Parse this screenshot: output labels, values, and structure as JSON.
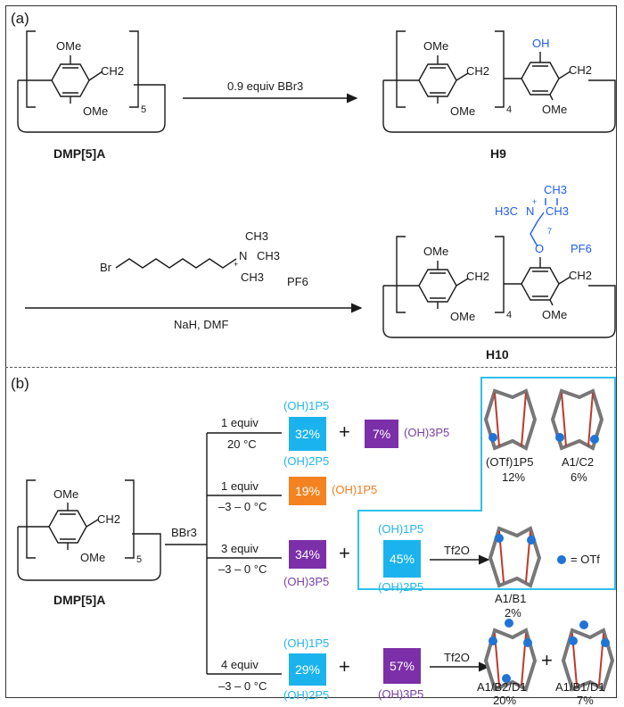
{
  "panel_a": {
    "label": "(a)",
    "reaction1": {
      "reagent": "0.9 equiv BBr3",
      "reactant_name": "DMP[5]A",
      "product_name": "H9",
      "reactant_groups": {
        "ome_top": "OMe",
        "ome_bottom": "OMe",
        "ch2": "CH2",
        "subscript": "5"
      },
      "product_groups": {
        "ome_top": "OMe",
        "ome_bottom": "OMe",
        "ch2_left": "CH2",
        "subscript": "4",
        "oh": "OH",
        "ch2_right": "CH2",
        "ome_right": "OMe"
      }
    },
    "reaction2": {
      "reagent_br": "Br",
      "reagent_n": "N",
      "reagent_plus": "+",
      "reagent_ch3_top": "CH3",
      "reagent_ch3_right": "CH3",
      "reagent_ch3_bottom": "CH3",
      "reagent_pf6": "PF6",
      "conditions": "NaH, DMF",
      "product_name": "H10",
      "product_groups": {
        "ome_top": "OMe",
        "ome_bottom": "OMe",
        "ch2_left": "CH2",
        "subscript": "4",
        "o": "O",
        "chain_count": "7",
        "n_ch3_top": "CH3",
        "n_label": "H3C",
        "n": "N",
        "n_plus": "+",
        "n_ch3_right": "CH3",
        "pf6": "PF6",
        "ch2_right": "CH2",
        "ome_right": "OMe"
      }
    }
  },
  "panel_b": {
    "label": "(b)",
    "reactant_name": "DMP[5]A",
    "reactant_groups": {
      "ome_top": "OMe",
      "ome_bottom": "OMe",
      "ch2": "CH2",
      "subscript": "5"
    },
    "reagent": "BBr3",
    "branches": [
      {
        "equiv": "1 equiv",
        "temp": "20 °C",
        "box1": {
          "value": "32%",
          "color": "#1bb3ee",
          "label_top": "(OH)1P5",
          "label_bottom": "(OH)2P5"
        },
        "box2": {
          "value": "7%",
          "color": "#7b2fa8",
          "label_right": "(OH)3P5"
        }
      },
      {
        "equiv": "1 equiv",
        "temp": "–3 – 0 °C",
        "box1": {
          "value": "19%",
          "color": "#f58220",
          "label_right": "(OH)1P5"
        }
      },
      {
        "equiv": "3 equiv",
        "temp": "–3 – 0 °C",
        "box1": {
          "value": "34%",
          "color": "#7b2fa8",
          "label_bottom": "(OH)3P5"
        },
        "box2": {
          "value": "45%",
          "color": "#1bb3ee",
          "label_top": "(OH)1P5",
          "label_bottom": "(OH)2P5"
        },
        "arrow_reagent": "Tf2O",
        "product": {
          "name": "A1/B1",
          "yield": "2%"
        }
      },
      {
        "equiv": "4 equiv",
        "temp": "–3 – 0 °C",
        "box1": {
          "value": "29%",
          "color": "#1bb3ee",
          "label_top": "(OH)1P5",
          "label_bottom": "(OH)2P5"
        },
        "box2": {
          "value": "57%",
          "color": "#7b2fa8",
          "label_bottom": "(OH)3P5"
        },
        "arrow_reagent": "Tf2O",
        "products": [
          {
            "name": "A1/B2/D1",
            "yield": "20%"
          },
          {
            "name": "A1/B1/D1",
            "yield": "7%"
          }
        ]
      }
    ],
    "inset_products": [
      {
        "name": "(OTf)1P5",
        "yield": "12%"
      },
      {
        "name": "A1/C2",
        "yield": "6%"
      }
    ],
    "legend_otf": "= OTf",
    "plus": "+"
  }
}
